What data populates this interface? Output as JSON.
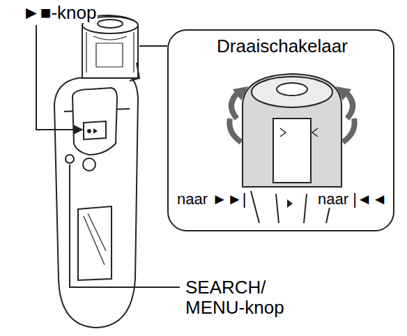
{
  "diagram": {
    "nodes": [
      {
        "text": [
          "Draaischakelaar",
          "naar ►►|",
          "naar |◄◄"
        ]
      }
    ],
    "labels": [
      "►■-knop",
      "SEARCH/ MENU-knop"
    ]
  }
}
